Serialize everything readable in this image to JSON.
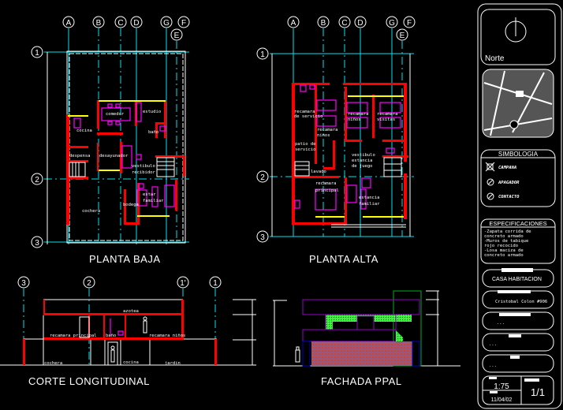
{
  "planta_baja": {
    "title": "PLANTA BAJA",
    "axes_cols": [
      "A",
      "B",
      "C",
      "D",
      "G",
      "F",
      "E"
    ],
    "axes_rows": [
      "1",
      "2",
      "3"
    ],
    "rooms": [
      "comedor",
      "estudio",
      "cocina",
      "baño",
      "despensa",
      "desayunador",
      "vestibulo",
      "recibidor",
      "estar",
      "familiar",
      "bodega",
      "cochera"
    ]
  },
  "planta_alta": {
    "title": "PLANTA ALTA",
    "axes_cols": [
      "A",
      "B",
      "C",
      "D",
      "G",
      "F",
      "E"
    ],
    "axes_rows": [
      "1",
      "2",
      "3"
    ],
    "rooms": [
      "recamara",
      "de servicio",
      "recamara",
      "niños",
      "recamara",
      "niños",
      "recamara",
      "visitas",
      "patio de",
      "servicio",
      "vestibulo",
      "estancia",
      "de juego",
      "lavado",
      "recamara",
      "principal",
      "estancia",
      "familiar"
    ]
  },
  "corte": {
    "title": "CORTE LONGITUDINAL",
    "axes": [
      "3",
      "2",
      "1'",
      "1"
    ],
    "rooms": [
      "azotea",
      "recamara principal",
      "baño",
      "recamara niños",
      "cochera",
      "cocina",
      "jardin"
    ]
  },
  "fachada": {
    "title": "FACHADA PPAL"
  },
  "panel": {
    "north_label": "Norte",
    "simbologia_title": "SIMBOLOGIA",
    "symbols": [
      "CAMPANA",
      "APAGADOR",
      "CONTACTO"
    ],
    "especificaciones_title": "ESPECIFICACIONES",
    "specs": [
      "-Zapata corrida de",
      "concreto armado",
      "-Muros de tabique",
      "rojo recocido",
      "-Losa maciza de",
      "concreto armado"
    ],
    "project": "CASA HABITACION",
    "address": "Cristobal Colon #906",
    "field3": "...",
    "field4": "...",
    "field5": "...",
    "scale": "1:75",
    "date": "11/04/02",
    "sheet": "1/1"
  },
  "colors": {
    "walls": "#ff0000",
    "axes": "#00e5ee",
    "furniture": "#ff00ff",
    "windows": "#ffff00",
    "lines": "#ffffff"
  }
}
